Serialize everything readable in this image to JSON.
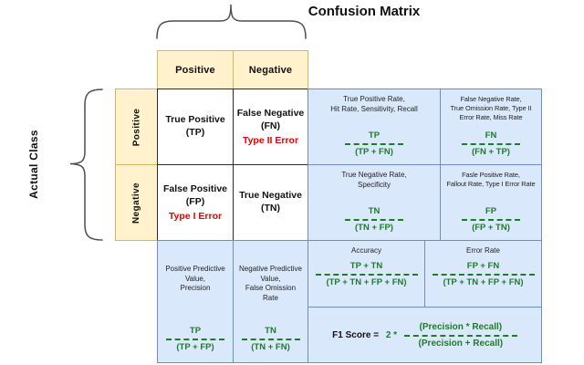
{
  "title": "Confusion Matrix",
  "labels": {
    "actual_class": "Actual Class"
  },
  "predicted": {
    "positive": "Positive",
    "negative": "Negative"
  },
  "actual": {
    "positive": "Positive",
    "negative": "Negative"
  },
  "cells": {
    "tp": {
      "label": "True Positive\n(TP)"
    },
    "fn": {
      "label": "False Negative\n(FN)",
      "error": "Type II Error"
    },
    "fp": {
      "label": "False Positive\n(FP)",
      "error": "Type I Error"
    },
    "tn": {
      "label": "True Negative\n(TN)"
    }
  },
  "metrics": {
    "tpr": {
      "label": "True Positive Rate,\nHit Rate, Sensitivity, Recall",
      "numerator": "TP",
      "denominator": "(TP + FN)"
    },
    "fnr": {
      "label": "False Negative Rate,\nTrue Omission Rate, Type II\nError Rate, Miss Rate",
      "numerator": "FN",
      "denominator": "(FN + TP)"
    },
    "tnr": {
      "label": "True Negative Rate,\nSpecificity",
      "numerator": "TN",
      "denominator": "(TN + FP)"
    },
    "fpr": {
      "label": "Fasle Positive Rate,\nFallout Rate, Type I Error Rate",
      "numerator": "FP",
      "denominator": "(FP + TN)"
    },
    "ppv": {
      "label": "Positive Predictive\nValue,\nPrecision",
      "numerator": "TP",
      "denominator": "(TP + FP)"
    },
    "npv": {
      "label": "Negative Predictive\nValue,\nFalse Omission\nRate",
      "numerator": "TN",
      "denominator": "(TN + FN)"
    },
    "accuracy": {
      "label": "Accuracy",
      "numerator": "TP + TN",
      "denominator": "(TP + TN + FP + FN)"
    },
    "error_rate": {
      "label": "Error Rate",
      "numerator": "FP + FN",
      "denominator": "(TP + TN + FP + FN)"
    },
    "f1": {
      "label": "F1 Score = ",
      "factor": "2 * ",
      "numerator": "(Precision * Recall)",
      "denominator": "(Precision + Recall)"
    }
  },
  "colors": {
    "tan_fill": "#FFF2CC",
    "tan_border": "#D6B656",
    "blue_fill": "#DAE8FC",
    "blue_border": "#6C8EBF",
    "formula_green": "#1F7A2B",
    "error_red": "#E60000"
  }
}
